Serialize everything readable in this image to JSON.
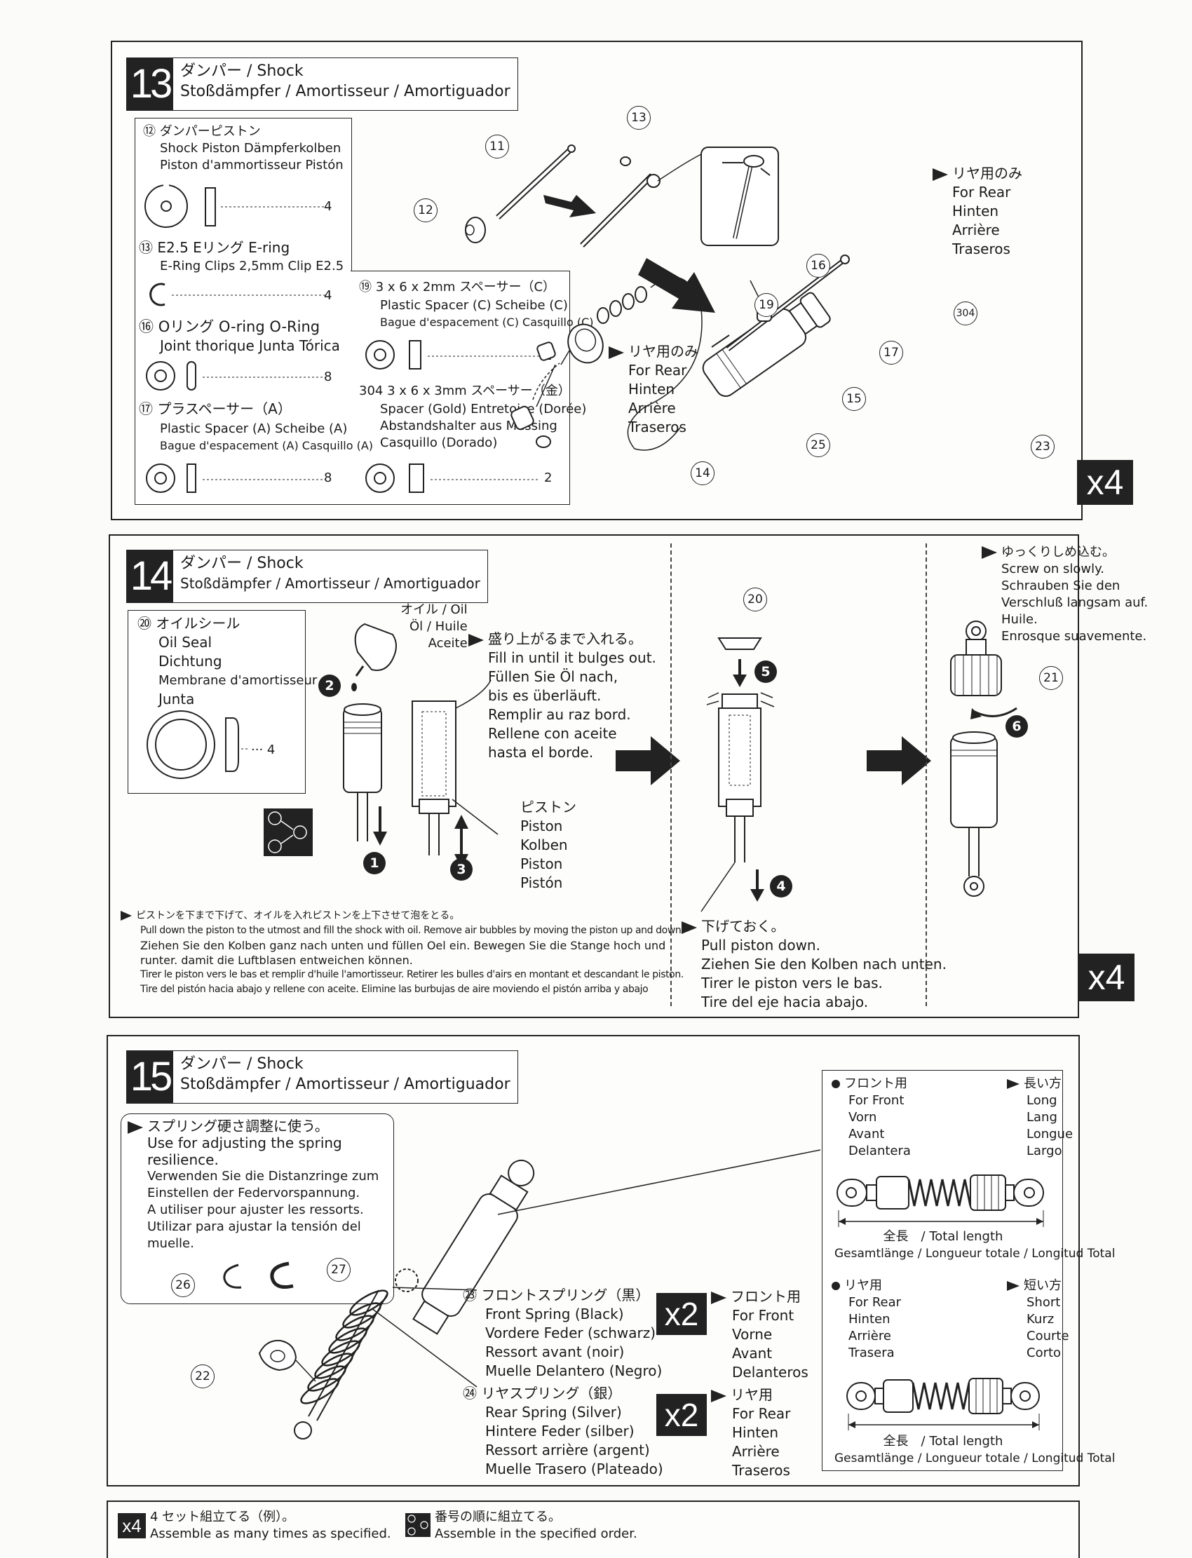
{
  "step13": {
    "num": "13",
    "title_line1": "ダンパー / Shock",
    "title_line2": "Stoßdämpfer / Amortisseur / Amortiguador",
    "parts": {
      "p12": {
        "id": "⑫",
        "ja": "ダンパーピストン",
        "l1": "Shock Piston   Dämpferkolben",
        "l2": "Piston d'ammortisseur   Pistón",
        "qty": "4"
      },
      "p13": {
        "id": "⑬",
        "ja": "E2.5  Eリング   E-ring",
        "l1": "E-Ring   Clips 2,5mm   Clip E2.5",
        "qty": "4"
      },
      "p16": {
        "id": "⑯",
        "ja": "Oリング   O-ring   O-Ring",
        "l1": "Joint thorique   Junta Tórica",
        "qty": "8"
      },
      "p17": {
        "id": "⑰",
        "ja": "プラスペーサー（A）",
        "l1": "Plastic Spacer (A)   Scheibe (A)",
        "l2": "Bague d'espacement (A)   Casquillo (A)",
        "qty": "8"
      },
      "p19": {
        "id": "⑲",
        "ja": "3 x 6 x 2mm  スペーサー（C）",
        "l1": "Plastic Spacer (C)   Scheibe (C)",
        "l2": "Bague d'espacement (C)   Casquillo (C)",
        "qty": "2"
      },
      "p304": {
        "id": "304",
        "ja": "3 x 6 x 3mm  スペーサー（金）",
        "l1": "Spacer (Gold)   Entretoise (Dorée)",
        "l2": "Abstandshalter aus Messing",
        "l3": "Casquillo (Dorado)",
        "qty": "2"
      }
    },
    "rear_only_a": {
      "ja": "リヤ用のみ",
      "lines": [
        "For Rear",
        "Hinten",
        "Arrière",
        "Traseros"
      ]
    },
    "rear_only_b": {
      "ja": "リヤ用のみ",
      "lines": [
        "For Rear",
        "Hinten",
        "Arrière",
        "Traseros"
      ]
    },
    "callouts": [
      "11",
      "12",
      "13",
      "14",
      "15",
      "16",
      "17",
      "19",
      "23",
      "25",
      "304"
    ],
    "multiplier": "x4"
  },
  "step14": {
    "num": "14",
    "title_line1": "ダンパー / Shock",
    "title_line2": "Stoßdämpfer / Amortisseur / Amortiguador",
    "part20": {
      "id": "⑳",
      "ja": "オイルシール",
      "lines": [
        "Oil Seal",
        "Dichtung",
        "Membrane d'amortisseur",
        "Junta"
      ],
      "qty": "4"
    },
    "oil_label": [
      "オイル / Oil",
      "Öl / Huile",
      "Aceite"
    ],
    "fill": {
      "ja": "盛り上がるまで入れる。",
      "lines": [
        "Fill in until it bulges out.",
        "Füllen Sie Öl nach,",
        "  bis es überläuft.",
        "Remplir au raz bord.",
        "Rellene con aceite",
        "  hasta el borde."
      ]
    },
    "piston": {
      "ja": "ピストン",
      "lines": [
        "Piston",
        "Kolben",
        "Piston",
        "Pistón"
      ]
    },
    "instruction": {
      "ja": "ピストンを下まで下げて、オイルを入れピストンを上下させて泡をとる。",
      "lines": [
        "Pull down the piston to the utmost and fill the shock with oil. Remove air bubbles by moving the piston up and down.",
        "Ziehen Sie den Kolben ganz nach unten und füllen Oel ein. Bewegen Sie die Stange hoch und",
        "  runter. damit die Luftblasen entweichen können.",
        "Tirer le piston vers le bas et remplir d'huile l'amortisseur. Retirer les bulles d'airs en montant et descandant le piston.",
        "Tire del pistón hacia abajo y rellene con aceite. Elimine las burbujas de aire moviendo el pistón arriba y abajo"
      ]
    },
    "pull": {
      "ja": "下げておく。",
      "lines": [
        "Pull piston down.",
        "Ziehen Sie den Kolben nach unten.",
        "Tirer le piston vers le bas.",
        "Tire del eje hacia abajo."
      ]
    },
    "screw": {
      "ja": "ゆっくりしめ込む。",
      "lines": [
        "Screw on slowly.",
        "Schrauben Sie den",
        "  Verschluß langsam auf.",
        "Huile.",
        "Enrosque suavemente."
      ]
    },
    "steps": [
      "1",
      "2",
      "3",
      "4",
      "5",
      "6"
    ],
    "callouts": [
      "20",
      "21"
    ],
    "multiplier": "x4"
  },
  "step15": {
    "num": "15",
    "title_line1": "ダンパー / Shock",
    "title_line2": "Stoßdämpfer / Amortisseur / Amortiguador",
    "adjust": {
      "ja": "スプリング硬さ調整に使う。",
      "lines": [
        "Use for adjusting the spring",
        "resilience.",
        "Verwenden Sie die Distanzringe zum",
        "Einstellen der Federvorspannung.",
        "A utiliser pour ajuster les ressorts.",
        "Utilizar para ajustar la tensión del",
        "muelle."
      ]
    },
    "spring23": {
      "id": "㉓",
      "ja": "フロントスプリング（黒）",
      "lines": [
        "Front Spring (Black)",
        "Vordere Feder (schwarz)",
        "Ressort avant (noir)",
        "Muelle Delantero (Negro)"
      ]
    },
    "spring24": {
      "id": "㉔",
      "ja": "リヤスプリング（銀）",
      "lines": [
        "Rear Spring (Silver)",
        "Hintere Feder (silber)",
        "Ressort arrière (argent)",
        "Muelle Trasero (Plateado)"
      ]
    },
    "front_use": {
      "ja": "フロント用",
      "lines": [
        "For Front",
        "Vorne",
        "Avant",
        "Delanteros"
      ]
    },
    "rear_use": {
      "ja": "リヤ用",
      "lines": [
        "For Rear",
        "Hinten",
        "Arrière",
        "Traseros"
      ]
    },
    "x2a": "x2",
    "x2b": "x2",
    "front_box": {
      "ja": "フロント用",
      "lines": [
        "For Front",
        "Vorn",
        "Avant",
        "Delantera"
      ]
    },
    "long_box": {
      "ja": "長い方",
      "lines": [
        "Long",
        "Lang",
        "Longue",
        "Largo"
      ]
    },
    "rear_box": {
      "ja": "リヤ用",
      "lines": [
        "For Rear",
        "Hinten",
        "Arrière",
        "Trasera"
      ]
    },
    "short_box": {
      "ja": "短い方",
      "lines": [
        "Short",
        "Kurz",
        "Courte",
        "Corto"
      ]
    },
    "total_length_ja": "全長　/ Total length",
    "total_length_ml": "Gesamtlänge / Longueur totale / Longitud Total",
    "callouts": [
      "22",
      "26",
      "27"
    ]
  },
  "legend": {
    "x4_badge": "x4",
    "x4_ja": "4 セット組立てる（例）。",
    "x4_en": "Assemble as many times as specified.",
    "order_ja": "番号の順に組立てる。",
    "order_en": "Assemble in the specified order."
  },
  "colors": {
    "ink": "#222222",
    "paper": "#fbfbf9"
  }
}
